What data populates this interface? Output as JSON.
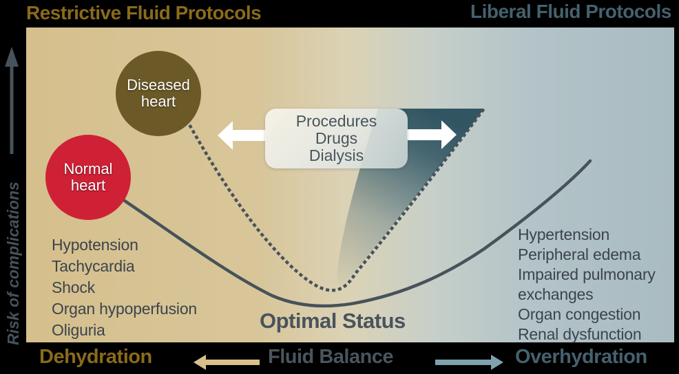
{
  "header": {
    "left_title": "Restrictive Fluid Protocols",
    "right_title": "Liberal Fluid Protocols"
  },
  "y_axis": {
    "label": "Risk of complications"
  },
  "footer": {
    "left": "Dehydration",
    "center": "Fluid Balance",
    "right": "Overhydration"
  },
  "circles": {
    "diseased": {
      "line1": "Diseased",
      "line2": "heart"
    },
    "normal": {
      "line1": "Normal",
      "line2": "heart"
    }
  },
  "intervention_box": {
    "line1": "Procedures",
    "line2": "Drugs",
    "line3": "Dialysis"
  },
  "optimal_label": "Optimal Status",
  "dehydration_risks": [
    "Hypotension",
    "Tachycardia",
    "Shock",
    "Organ hypoperfusion",
    "Oliguria"
  ],
  "overhydration_risks": [
    "Hypertension",
    "Peripheral edema",
    "Impaired pulmonary exchanges",
    "Organ congestion",
    "Renal dysfunction"
  ],
  "colors": {
    "restrictive_gold": "#8a6b1a",
    "liberal_teal": "#45616e",
    "normal_heart_red": "#cf2136",
    "diseased_heart_olive": "#6b5a27",
    "curve_slate": "#47525a",
    "valley_fill_teal": "#2f5462",
    "background_tan": "#d5bf8c",
    "background_blue": "#a9bcc2",
    "tan_arrow": "#d9c08c",
    "blue_arrow": "#7fa2ad"
  }
}
